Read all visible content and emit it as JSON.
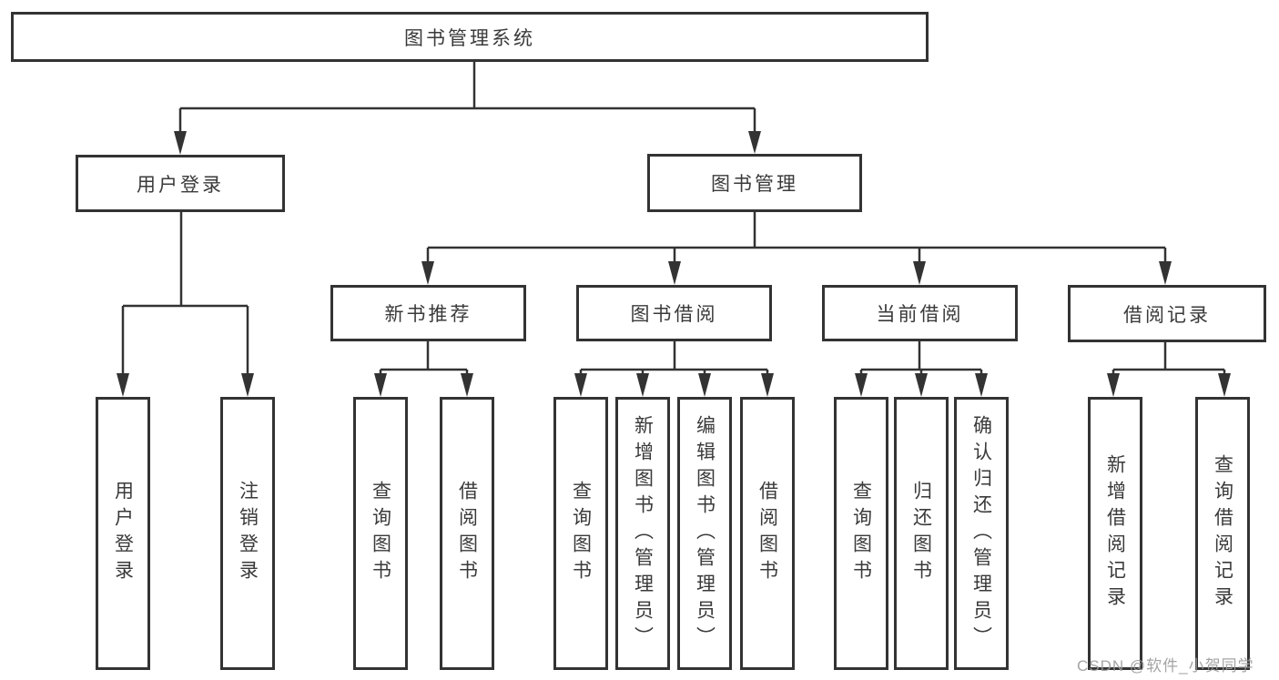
{
  "diagram": {
    "title": "图书管理系统",
    "tree": {
      "label": "图书管理系统",
      "children": [
        {
          "label": "用户登录",
          "children": [
            {
              "label": "用户登录"
            },
            {
              "label": "注销登录"
            }
          ]
        },
        {
          "label": "图书管理",
          "children": [
            {
              "label": "新书推荐",
              "children": [
                {
                  "label": "查询图书"
                },
                {
                  "label": "借阅图书"
                }
              ]
            },
            {
              "label": "图书借阅",
              "children": [
                {
                  "label": "查询图书"
                },
                {
                  "label": "新增图书（管理员）"
                },
                {
                  "label": "编辑图书（管理员）"
                },
                {
                  "label": "借阅图书"
                }
              ]
            },
            {
              "label": "当前借阅",
              "children": [
                {
                  "label": "查询图书"
                },
                {
                  "label": "归还图书"
                },
                {
                  "label": "确认归还（管理员）"
                }
              ]
            },
            {
              "label": "借阅记录",
              "children": [
                {
                  "label": "新增借阅记录"
                },
                {
                  "label": "查询借阅记录"
                }
              ]
            }
          ]
        }
      ]
    },
    "watermark": "CSDN @软件_小贺同学",
    "colors": {
      "line": "#333333",
      "border": "#333333",
      "text": "#3a3a3a",
      "watermark": "#9b9b9b",
      "background": "#ffffff"
    }
  }
}
